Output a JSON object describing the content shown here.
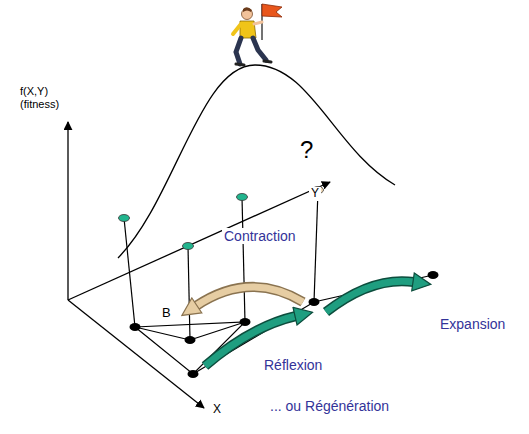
{
  "diagram": {
    "labels": [
      "f(X,Y) (fitness)",
      "Y",
      "?",
      "Contraction",
      "B",
      "Réflexion",
      "Expansion",
      "X",
      "... ou Régénération"
    ]
  }
}
